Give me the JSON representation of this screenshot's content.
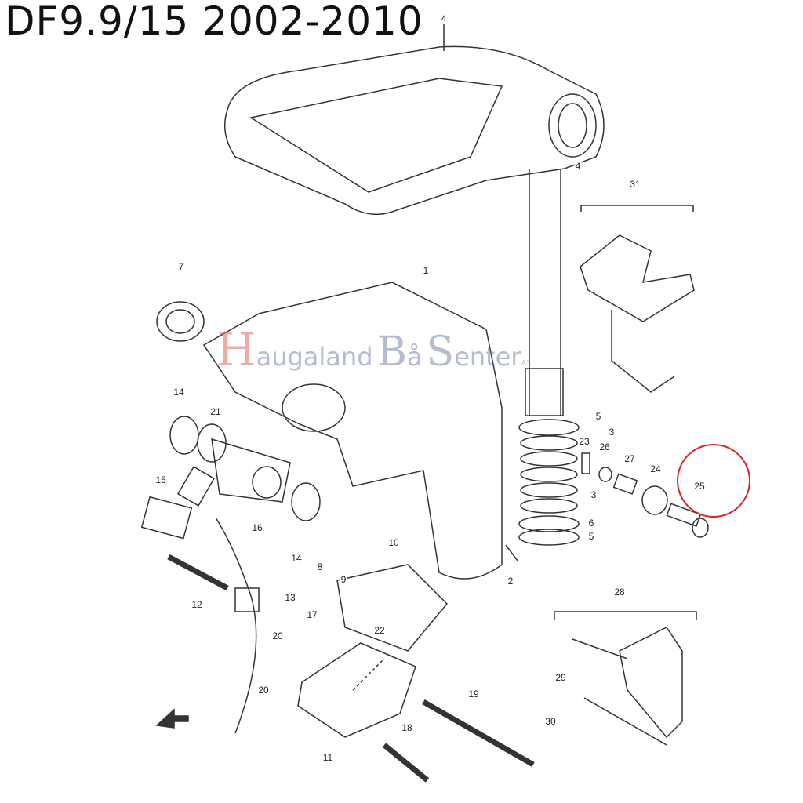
{
  "title": "DF9.9/15 2002-2010",
  "watermark": {
    "first_letter": "H",
    "word1": "augaland",
    "letter_b": "B",
    "word2": "å",
    "letter_s": "S",
    "word3": "enter",
    "suffix": "AS"
  },
  "highlight": {
    "part": "25",
    "color": "#e02020"
  },
  "part_labels": [
    "4",
    "4",
    "31",
    "7",
    "1",
    "14",
    "21",
    "5",
    "3",
    "23",
    "26",
    "27",
    "24",
    "25",
    "3",
    "15",
    "16",
    "6",
    "5",
    "14",
    "8",
    "9",
    "2",
    "10",
    "12",
    "13",
    "28",
    "17",
    "20",
    "22",
    "29",
    "20",
    "19",
    "30",
    "18",
    "11"
  ]
}
